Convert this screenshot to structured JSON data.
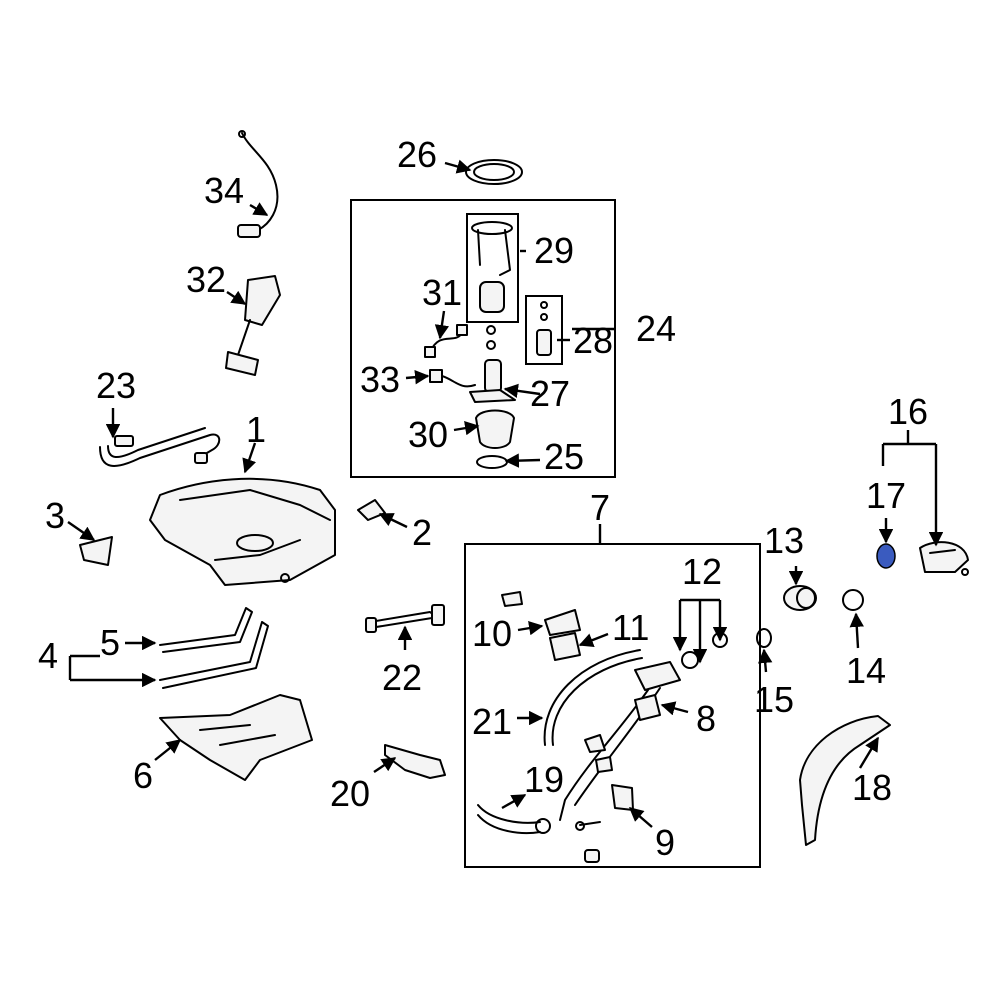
{
  "diagram": {
    "highlight_color": "#3a5bbf",
    "callouts": [
      "1",
      "2",
      "3",
      "4",
      "5",
      "6",
      "7",
      "8",
      "9",
      "10",
      "11",
      "12",
      "13",
      "14",
      "15",
      "16",
      "17",
      "18",
      "19",
      "20",
      "21",
      "22",
      "23",
      "24",
      "25",
      "26",
      "27",
      "28",
      "29",
      "30",
      "31",
      "32",
      "33",
      "34"
    ],
    "highlighted_part": "17"
  }
}
